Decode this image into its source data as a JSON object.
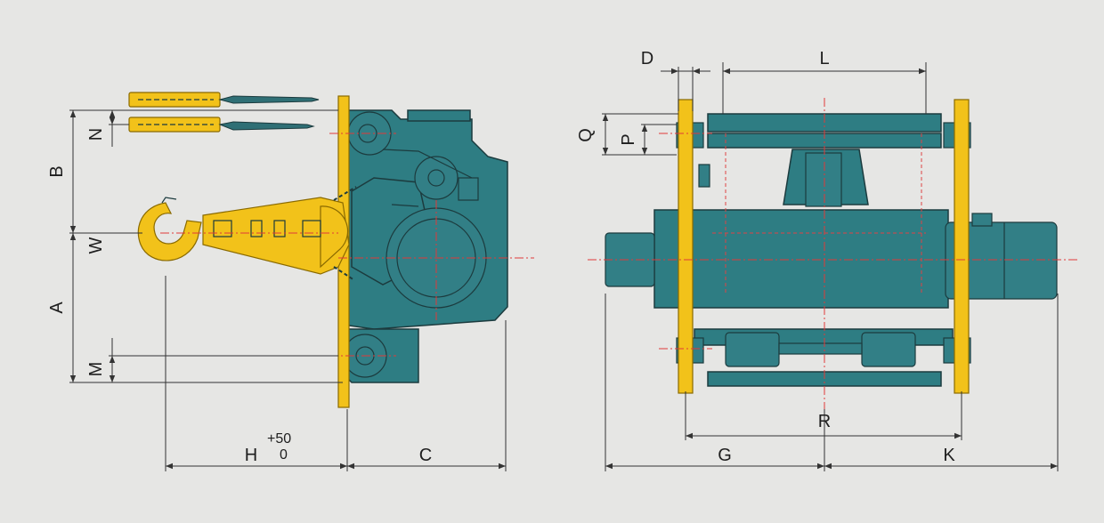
{
  "title": "",
  "left_view": {
    "dimensions": {
      "B": "B",
      "N": "N",
      "W": "W",
      "A": "A",
      "M": "M",
      "H": "H",
      "H_tol_upper": "+50",
      "H_tol_lower": "0",
      "C": "C"
    }
  },
  "right_view": {
    "dimensions": {
      "D": "D",
      "L": "L",
      "Q": "Q",
      "P": "P",
      "R": "R",
      "G": "G",
      "K": "K"
    }
  },
  "colors": {
    "background": "#e6e6e4",
    "body": "#2e7d83",
    "rail_yellow": "#f2c21a",
    "centerline": "#e03a3a"
  }
}
